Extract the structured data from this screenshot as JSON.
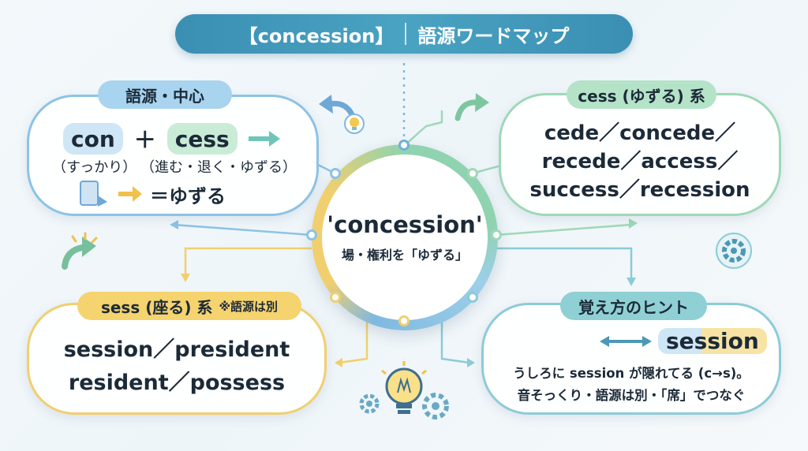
{
  "title": {
    "left": "【concession】",
    "right": "語源ワードマップ"
  },
  "center": {
    "word": "'concession'",
    "meaning": "場・権利を「ゆずる」"
  },
  "root": {
    "label": "語源・中心",
    "prefix": "con",
    "plus": "＋",
    "stem": "cess",
    "prefix_gloss": "（すっかり）",
    "stem_gloss": "（進む・退く・ゆずる）",
    "result": "＝ゆずる"
  },
  "cess_family": {
    "label": "cess (ゆずる) 系",
    "lines": [
      "cede／concede／",
      "recede／access／",
      "success／recession"
    ]
  },
  "sess_family": {
    "label": "sess (座る) 系",
    "note": "※語源は別",
    "lines": [
      "session／president",
      "resident／possess"
    ]
  },
  "hint": {
    "label": "覚え方のヒント",
    "word": "session",
    "line1": "うしろに session が隠れてる (c→s)。",
    "line2": "音そっくり・語源は別・「席」でつなぐ"
  },
  "colors": {
    "blue": "#8cc3e6",
    "green": "#9fd8b8",
    "yellow": "#f1cf6e",
    "teal": "#8ccbd8",
    "title": "#3a8fb3"
  },
  "icons": [
    "curved-arrow-icon",
    "lightbulb-icon",
    "gear-icon",
    "door-icon"
  ]
}
